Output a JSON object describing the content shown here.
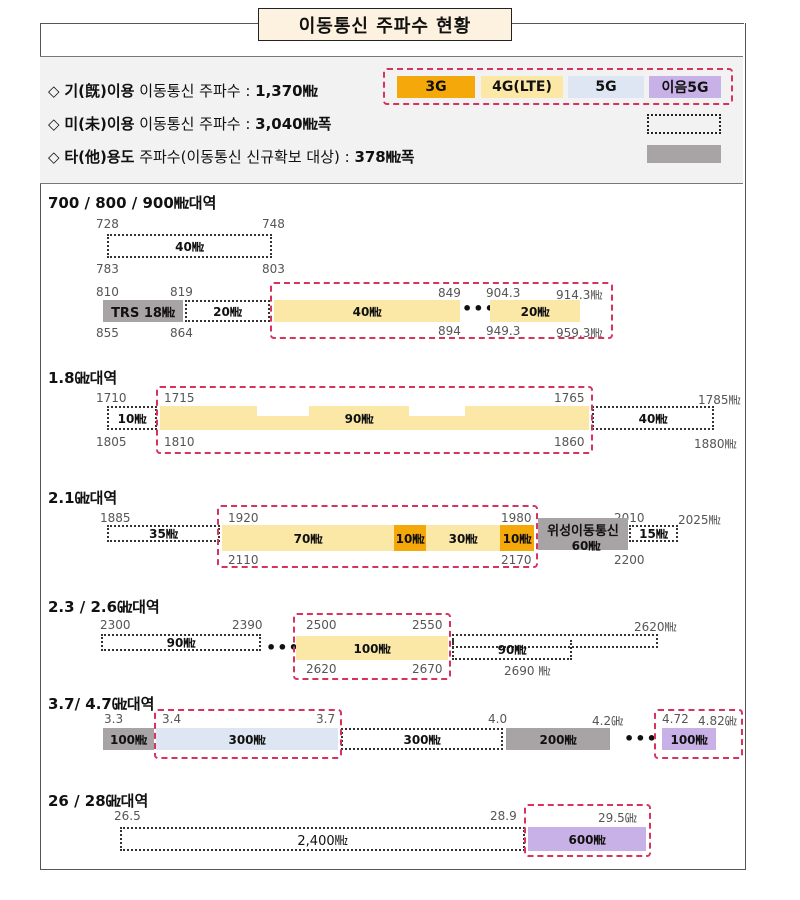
{
  "title": "이동통신 주파수 현황",
  "colors": {
    "g3": "#f5a80a",
    "g4": "#fbe8a6",
    "g5": "#dde6f2",
    "mig5g": "#c8b1e6",
    "other": "#a8a4a6",
    "highlight": "#d6345e"
  },
  "legend": {
    "line1": {
      "prefix": "◇ ",
      "bold": "기(旣)이용",
      "rest": " 이동통신 주파수 : ",
      "value": "1,370㎒"
    },
    "line2": {
      "prefix": "◇ ",
      "bold": "미(未)이용",
      "rest": " 이동통신 주파수 : ",
      "value": "3,040㎒폭"
    },
    "line3": {
      "prefix": "◇ ",
      "bold": "타(他)용도",
      "rest": " 주파수(이동통신 신규확보 대상) : ",
      "value": "378㎒폭"
    },
    "chips": {
      "g3": "3G",
      "g4": "4G(LTE)",
      "g5": "5G",
      "mig5g": "이음5G"
    }
  },
  "band700": {
    "title": "700 / 800 / 900㎒대역",
    "top": {
      "n1": "728",
      "n2": "748",
      "n3": "783",
      "n4": "803",
      "label": "40㎒"
    },
    "row": {
      "n810": "810",
      "n819": "819",
      "n855": "855",
      "n864": "864",
      "trs": "TRS 18㎒",
      "s20": "20㎒",
      "s40": "40㎒",
      "n849": "849",
      "n894": "894",
      "n9043": "904.3",
      "n9493": "949.3",
      "n9143": "914.3㎒",
      "n9593": "959.3㎒",
      "s20b": "20㎒",
      "dots": "•••"
    }
  },
  "band18": {
    "title": "1.8㎓대역",
    "n1710": "1710",
    "n1715": "1715",
    "n1765": "1765",
    "n1785": "1785㎒",
    "n1805": "1805",
    "n1810": "1810",
    "n1860": "1860",
    "n1880": "1880㎒",
    "s10": "10㎒",
    "s90": "90㎒",
    "s40": "40㎒"
  },
  "band21": {
    "title": "2.1㎓대역",
    "n1885": "1885",
    "n1920": "1920",
    "n1980": "1980",
    "n2010": "2010",
    "n2025": "2025㎒",
    "n2110": "2110",
    "n2170": "2170",
    "n2200": "2200",
    "s35": "35㎒",
    "s70": "70㎒",
    "s10a": "10㎒",
    "s30": "30㎒",
    "s10b": "10㎒",
    "sat1": "위성이동통신",
    "sat2": "60㎒",
    "s15": "15㎒"
  },
  "band23": {
    "title": "2.3 / 2.6㎓대역",
    "n2300": "2300",
    "n2390": "2390",
    "n2500": "2500",
    "n2550": "2550",
    "n2620": "2620㎒",
    "n2620b": "2620",
    "n2670": "2670",
    "n2690": "2690 ㎒",
    "s90a": "90㎒",
    "s100": "100㎒",
    "s90b": "90㎒",
    "dots": "•••"
  },
  "band37": {
    "title": "3.7/ 4.7㎓대역",
    "n33": "3.3",
    "n34": "3.4",
    "n37": "3.7",
    "n40": "4.0",
    "n42": "4.2㎓",
    "n472": "4.72",
    "n482": "4.82㎓",
    "s100a": "100㎒",
    "s300a": "300㎒",
    "s300b": "300㎒",
    "s200": "200㎒",
    "s100b": "100㎒",
    "dots": "•••"
  },
  "band26": {
    "title": "26 / 28㎓대역",
    "n265": "26.5",
    "n289": "28.9",
    "n295": "29.5㎓",
    "s2400": "2,400㎒",
    "s600": "600㎒"
  }
}
